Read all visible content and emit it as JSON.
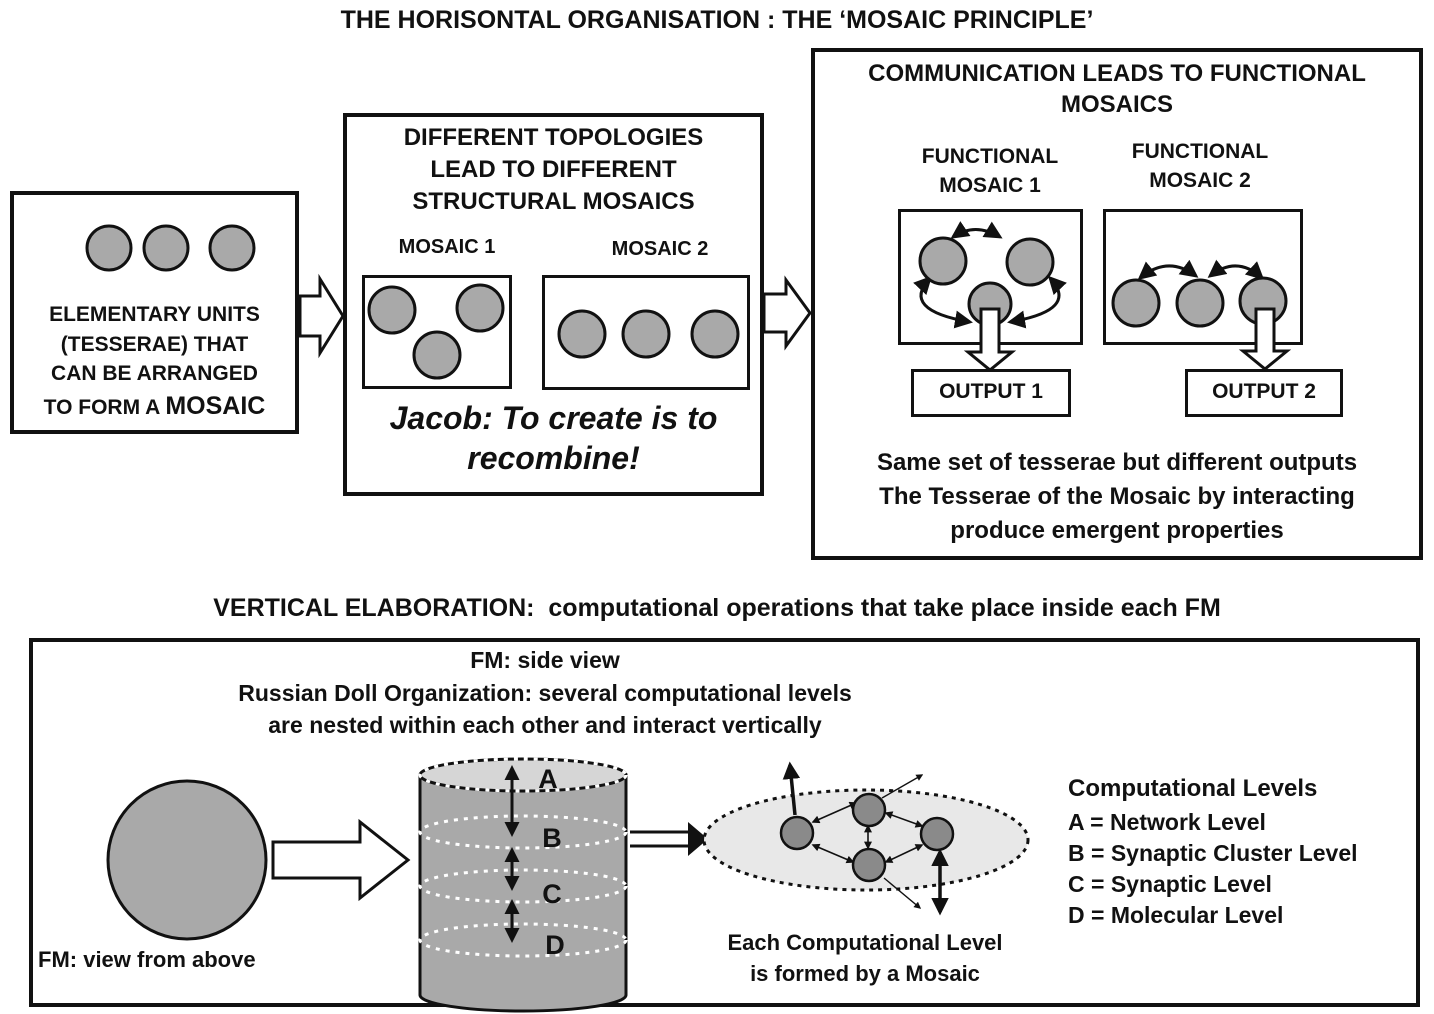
{
  "title": "THE HORISONTAL ORGANISATION : THE ‘MOSAIC PRINCIPLE’",
  "left_box": {
    "line1": "ELEMENTARY UNITS",
    "line2": "(TESSERAE)  THAT",
    "line3": "CAN BE ARRANGED",
    "line4_prefix": "TO FORM A ",
    "line4_emph": "MOSAIC"
  },
  "middle_box": {
    "heading": [
      "DIFFERENT TOPOLOGIES",
      "LEAD TO DIFFERENT",
      "STRUCTURAL MOSAICS"
    ],
    "mosaic1_label": "MOSAIC 1",
    "mosaic2_label": "MOSAIC 2",
    "quote": [
      "Jacob: To create is to",
      "recombine!"
    ]
  },
  "right_box": {
    "heading": [
      "COMMUNICATION LEADS TO FUNCTIONAL",
      "MOSAICS"
    ],
    "fm1_label": [
      "FUNCTIONAL",
      "MOSAIC 1"
    ],
    "fm2_label": [
      "FUNCTIONAL",
      "MOSAIC 2"
    ],
    "output1": "OUTPUT 1",
    "output2": "OUTPUT 2",
    "caption": [
      "Same set of tesserae but different outputs",
      "The Tesserae of the Mosaic by interacting",
      "produce emergent properties"
    ]
  },
  "vertical": {
    "heading_bold": "VERTICAL ELABORATION:",
    "heading_rest": "  computational operations that take place inside each FM",
    "side_view_title": "FM: side view",
    "russian_doll": [
      "Russian Doll Organization: several computational levels",
      "are nested within each other and interact vertically"
    ],
    "view_from_above": "FM: view from above",
    "cylinder_letters": [
      "A",
      "B",
      "C",
      "D"
    ],
    "mosaic_caption": [
      "Each Computational Level",
      "is formed by a Mosaic"
    ],
    "levels_title": "Computational Levels",
    "levels": [
      "A = Network Level",
      "B = Synaptic Cluster Level",
      "C = Synaptic Level",
      "D = Molecular Level"
    ]
  }
}
